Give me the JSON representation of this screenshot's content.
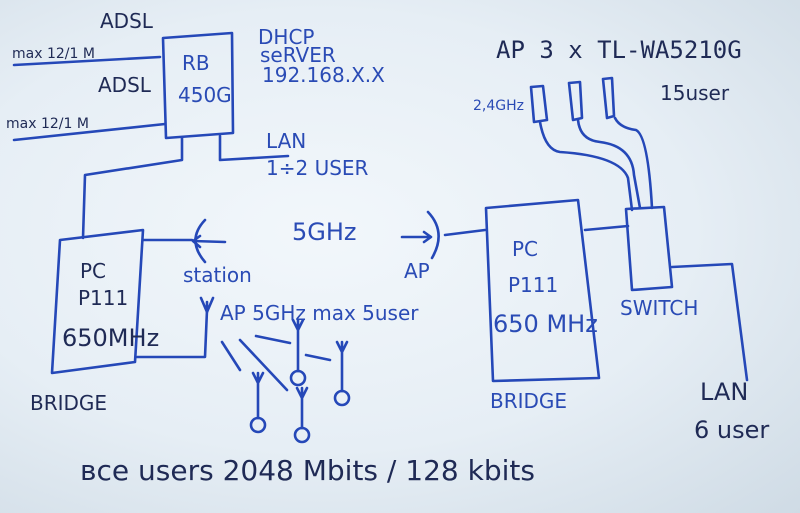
{
  "diagram": {
    "title": "Network topology sketch",
    "ink_color": "#2548b8",
    "paper_color": "#eaf1f7",
    "uplinks": [
      {
        "label": "ADSL",
        "speed": "max 12/1 M"
      },
      {
        "label": "ADSL",
        "speed": "max 12/1 M"
      }
    ],
    "router": {
      "line1": "RB",
      "line2": "450G"
    },
    "dhcp": {
      "line1": "DHCP",
      "line2": "seRVER",
      "line3": "192.168.X.X"
    },
    "router_lan": {
      "label": "LAN",
      "users": "1÷2 USER"
    },
    "bridge_left": {
      "line1": "PC",
      "line2": "P111",
      "line3": "650MHz",
      "caption": "BRIDGE"
    },
    "bridge_right": {
      "line1": "PC",
      "line2": "P111",
      "line3": "650 MHz",
      "caption": "BRIDGE"
    },
    "link": {
      "station_label": "station",
      "band_label": "5GHz",
      "ap_label": "AP"
    },
    "ap_5ghz": {
      "label": "AP 5GHz max 5user",
      "clients": 5
    },
    "ap_24": {
      "title": "AP 3 x TL-WA5210G",
      "band": "2,4GHz",
      "users": "15user",
      "count": 3
    },
    "switch": {
      "label": "SWITCH"
    },
    "switch_lan": {
      "label": "LAN",
      "users": "6 user"
    },
    "footer": {
      "text": "всe users 2048 Mbits / 128 kbits"
    }
  }
}
